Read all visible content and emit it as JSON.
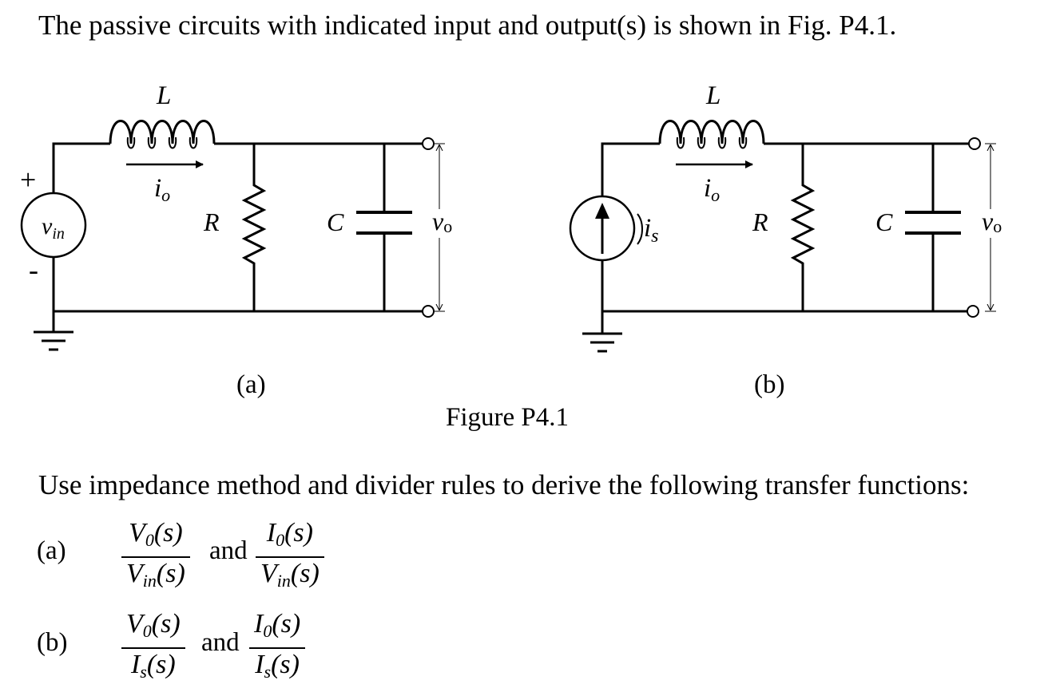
{
  "intro": "The passive circuits with indicated input and output(s) is shown in Fig. P4.1.",
  "figure_caption": "Figure P4.1",
  "question": "Use impedance method and divider rules to derive the following transfer functions:",
  "circuit_a": {
    "sub_label": "(a)",
    "inductor": "L",
    "current": "i",
    "current_sub": "o",
    "resistor": "R",
    "capacitor": "C",
    "output": "v",
    "output_sub": "o",
    "source": "v",
    "source_sub": "in",
    "plus": "+",
    "minus": "-"
  },
  "circuit_b": {
    "sub_label": "(b)",
    "inductor": "L",
    "current": "i",
    "current_sub": "o",
    "resistor": "R",
    "capacitor": "C",
    "output": "v",
    "output_sub": "o",
    "source": "i",
    "source_sub": "s"
  },
  "parts": [
    {
      "label": "(a)",
      "tf1": {
        "num_main": "V",
        "num_sub": "0",
        "num_arg": "(s)",
        "den_main": "V",
        "den_sub": "in",
        "den_arg": "(s)"
      },
      "and": "and",
      "tf2": {
        "num_main": "I",
        "num_sub": "0",
        "num_arg": "(s)",
        "den_main": "V",
        "den_sub": "in",
        "den_arg": "(s)"
      }
    },
    {
      "label": "(b)",
      "tf1": {
        "num_main": "V",
        "num_sub": "0",
        "num_arg": "(s)",
        "den_main": "I",
        "den_sub": "s",
        "den_arg": "(s)"
      },
      "and": "and",
      "tf2": {
        "num_main": "I",
        "num_sub": "0",
        "num_arg": "(s)",
        "den_main": "I",
        "den_sub": "s",
        "den_arg": "(s)"
      }
    }
  ]
}
